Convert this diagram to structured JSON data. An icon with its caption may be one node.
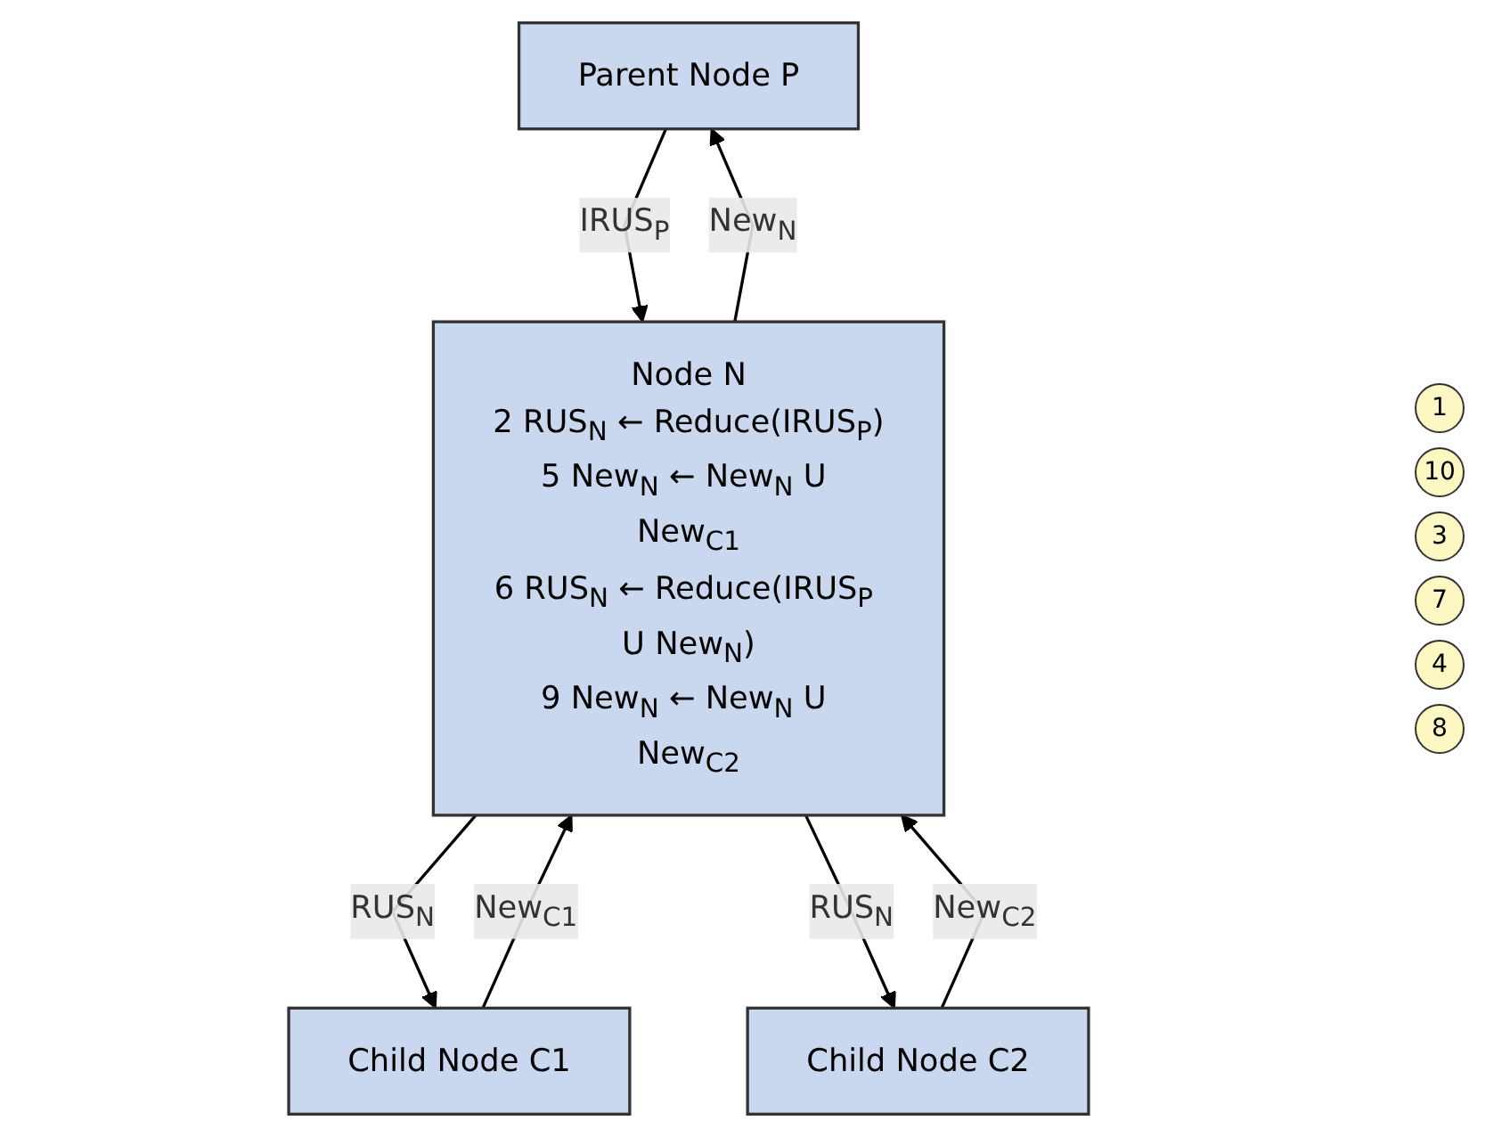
{
  "diagram": {
    "nodes": [
      {
        "text": [
          "Parent Node P"
        ]
      },
      {
        "text": [
          "Node N",
          "2 RUS$_{N}$ ← Reduce(IRUS$_{P}$)",
          "5 New$_{N}$ ← New$_{N}$ U New$_{C1}$",
          "6 RUS$_{N}$ ← Reduce(IRUS$_{P}$ U New$_{N}$)",
          "9 New$_{N}$ ← New$_{N}$ U New$_{C2}$"
        ]
      },
      {
        "text": [
          "Child Node C1"
        ]
      },
      {
        "text": [
          "Child Node C2"
        ]
      }
    ],
    "edges": [
      {
        "from": 0,
        "to": 1,
        "arrow": "to",
        "label": "IRUS$_{P}$"
      },
      {
        "from": 1,
        "to": 0,
        "arrow": "to",
        "label": "New$_{N}$"
      },
      {
        "from": 1,
        "to": 2,
        "arrow": "to",
        "label": "RUS$_{N}$"
      },
      {
        "from": 2,
        "to": 1,
        "arrow": "to",
        "label": "New$_{C1}$"
      },
      {
        "from": 1,
        "to": 3,
        "arrow": "to",
        "label": "RUS$_{N}$"
      },
      {
        "from": 3,
        "to": 1,
        "arrow": "to",
        "label": "New$_{C2}$"
      }
    ],
    "labels": [
      "1",
      "10",
      "3",
      "7",
      "4",
      "8"
    ]
  }
}
